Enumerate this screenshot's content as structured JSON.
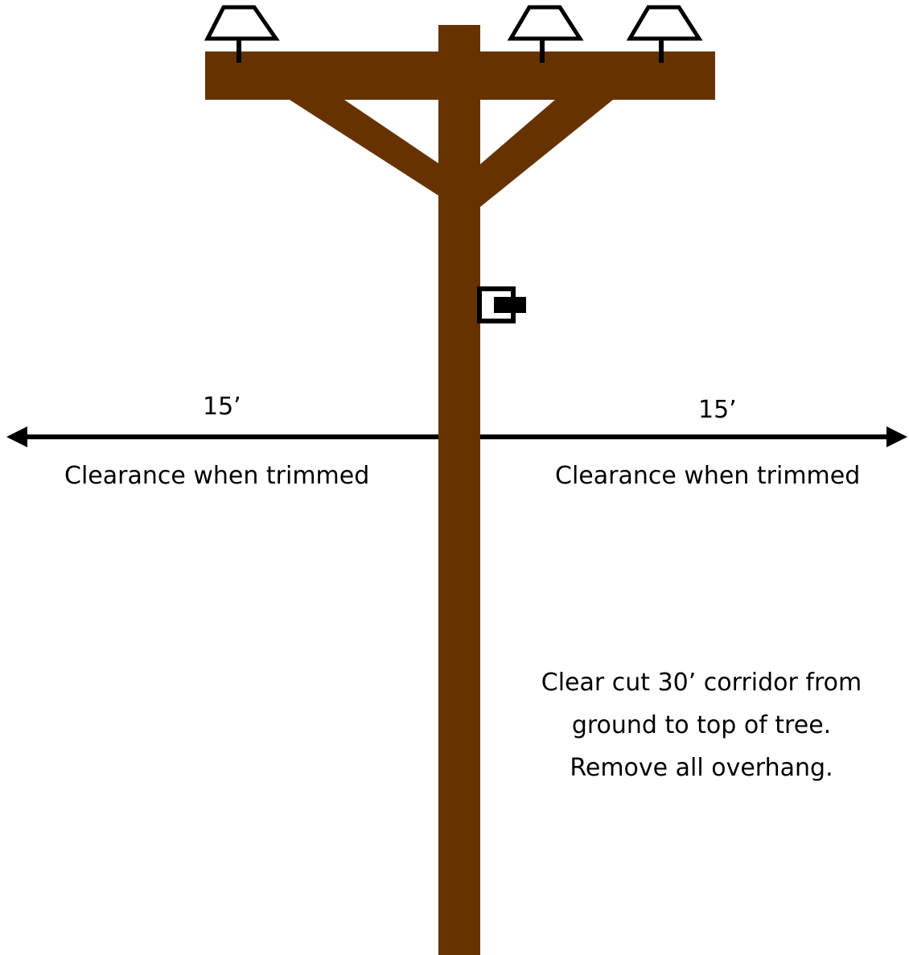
{
  "diagram": {
    "colors": {
      "pole": "#663300",
      "line": "#000000",
      "background": "#ffffff"
    },
    "dimension_left": "15’",
    "dimension_right": "15’",
    "clearance_left": "Clearance when trimmed",
    "clearance_right": "Clearance when trimmed",
    "note": {
      "line1": "Clear cut 30’ corridor from",
      "line2": "ground to top of tree.",
      "line3": "Remove all overhang."
    },
    "icons": {
      "insulator": "insulator-icon",
      "meter_box": "meter-box-icon",
      "arrow_left": "arrowhead-left-icon",
      "arrow_right": "arrowhead-right-icon"
    }
  }
}
